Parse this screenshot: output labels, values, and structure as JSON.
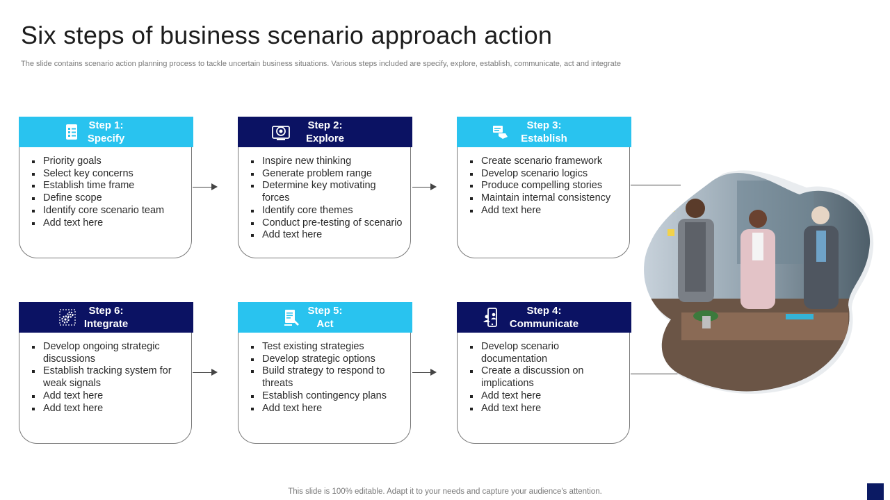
{
  "title": "Six steps of business scenario approach action",
  "subtitle": "The slide contains scenario action planning process to tackle uncertain business situations. Various steps included are specify, explore, establish, communicate, act and integrate",
  "footer": "This slide is 100% editable. Adapt it to your needs and capture your audience's attention.",
  "colors": {
    "light_header": "#29c3ef",
    "dark_header": "#0b1263",
    "corner_box": "#0b1a63"
  },
  "steps": [
    {
      "step": "Step 1:",
      "name": "Specify",
      "icon": "checklist-icon",
      "items": [
        "Priority goals",
        "Select key concerns",
        "Establish time frame",
        "Define scope",
        "Identify core scenario team",
        "Add text here"
      ]
    },
    {
      "step": "Step 2:",
      "name": "Explore",
      "icon": "globe-search-icon",
      "items": [
        "Inspire new thinking",
        "Generate problem range",
        "Determine key motivating forces",
        "Identify core themes",
        "Conduct pre-testing of scenario",
        "Add text here"
      ]
    },
    {
      "step": "Step 3:",
      "name": "Establish",
      "icon": "hand-document-icon",
      "items": [
        "Create scenario framework",
        "Develop scenario logics",
        "Produce compelling stories",
        "Maintain internal consistency",
        "Add text here"
      ]
    },
    {
      "step": "Step 4:",
      "name": "Communicate",
      "icon": "mobile-users-icon",
      "items": [
        "Develop scenario documentation",
        "Create a discussion on implications",
        "Add text here",
        "Add text here"
      ]
    },
    {
      "step": "Step 5:",
      "name": "Act",
      "icon": "document-pen-icon",
      "items": [
        "Test existing strategies",
        "Develop strategic options",
        "Build strategy to respond to threats",
        "Establish contingency plans",
        "Add text here"
      ]
    },
    {
      "step": "Step 6:",
      "name": "Integrate",
      "icon": "gears-integration-icon",
      "items": [
        "Develop ongoing strategic discussions",
        "Establish tracking system for weak signals",
        "Add text here",
        "Add text here"
      ]
    }
  ]
}
